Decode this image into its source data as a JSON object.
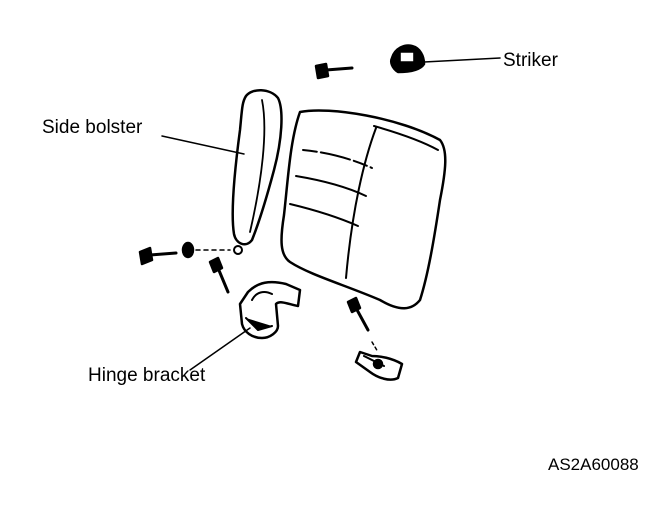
{
  "labels": {
    "striker": "Striker",
    "side_bolster": "Side bolster",
    "hinge_bracket": "Hinge bracket"
  },
  "figure_code": "AS2A60088"
}
